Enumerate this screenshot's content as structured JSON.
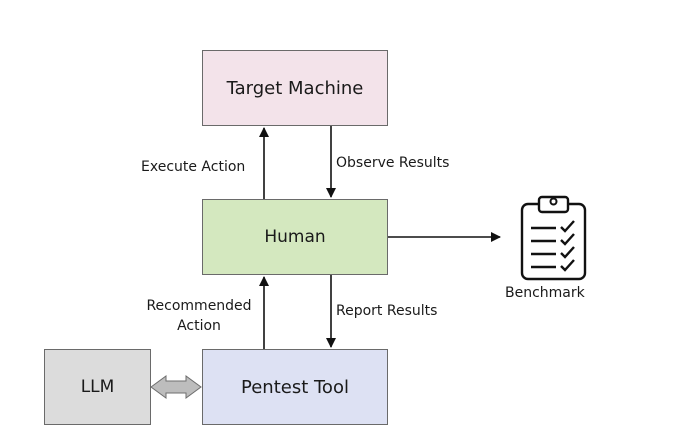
{
  "nodes": {
    "target_machine": "Target Machine",
    "human": "Human",
    "pentest_tool": "Pentest Tool",
    "llm": "LLM"
  },
  "edges": {
    "execute_action": "Execute Action",
    "observe_results": "Observe Results",
    "recommended_action_line1": "Recommended",
    "recommended_action_line2": "Action",
    "report_results": "Report Results"
  },
  "benchmark": {
    "label": "Benchmark",
    "icon": "clipboard-checklist-icon"
  },
  "colors": {
    "target_fill": "#f3e3ea",
    "human_fill": "#d4e8bf",
    "pentest_fill": "#dde1f3",
    "llm_fill": "#dcdcdc",
    "bidirectional_arrow_fill": "#bdbdbd"
  }
}
